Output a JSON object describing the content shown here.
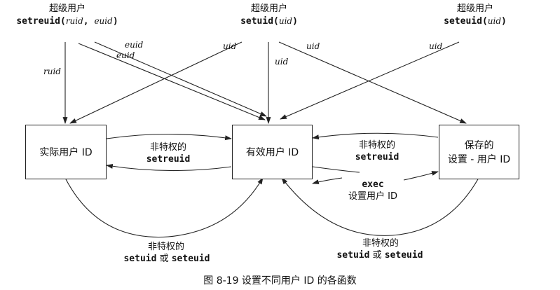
{
  "sources": {
    "left": {
      "title": "超级用户",
      "fn": "setreuid",
      "args_open": "(",
      "arg1": "ruid",
      "sep": ", ",
      "arg2": "euid",
      "args_close": ")"
    },
    "middle": {
      "title": "超级用户",
      "fn": "setuid",
      "args_open": "(",
      "arg1": "uid",
      "args_close": ")"
    },
    "right": {
      "title": "超级用户",
      "fn": "seteuid",
      "args_open": "(",
      "arg1": "uid",
      "args_close": ")"
    }
  },
  "boxes": {
    "real": "实际用户 ID",
    "effective": "有效用户 ID",
    "saved_line1": "保存的",
    "saved_line2": "设置 - 用户 ID"
  },
  "arrow_labels": {
    "ruid": "ruid",
    "euid1": "euid",
    "euid2": "euid",
    "uid_mid_left": "uid",
    "uid_mid": "uid",
    "uid_mid_right": "uid",
    "uid_right": "uid"
  },
  "edge_labels": {
    "left_nonpriv": "非特权的",
    "left_setreuid": "setreuid",
    "right_nonpriv": "非特权的",
    "right_setreuid": "setreuid",
    "exec": "exec",
    "exec_setuid": "设置用户 ID",
    "bottom_left_nonpriv": "非特权的",
    "bottom_left_fn1": "setuid",
    "bottom_left_or": " 或 ",
    "bottom_left_fn2": "seteuid",
    "bottom_right_nonpriv": "非特权的",
    "bottom_right_fn1": "setuid",
    "bottom_right_or": " 或 ",
    "bottom_right_fn2": "seteuid"
  },
  "caption": "图 8-19    设置不同用户 ID 的各函数"
}
